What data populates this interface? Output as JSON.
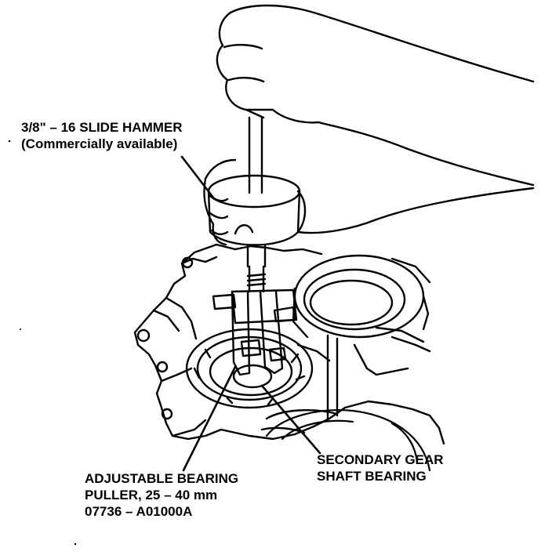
{
  "colors": {
    "ink": "#000000",
    "paper": "#ffffff"
  },
  "labels": {
    "slide_hammer": {
      "line1": "3/8\" – 16 SLIDE HAMMER",
      "line2": "(Commercially available)"
    },
    "secondary_gear_bearing": {
      "line1": "SECONDARY GEAR",
      "line2": "SHAFT BEARING"
    },
    "bearing_puller": {
      "line1": "ADJUSTABLE BEARING",
      "line2": "PULLER, 25 – 40 mm",
      "line3": "07736 – A01000A"
    }
  }
}
